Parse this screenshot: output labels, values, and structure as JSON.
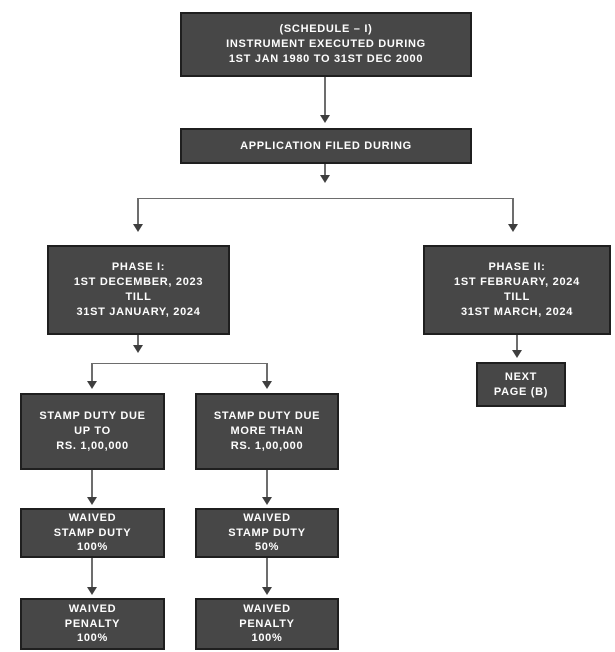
{
  "colors": {
    "background": "#ffffff",
    "box_fill": "#474747",
    "box_border": "#1f1f1f",
    "box_text": "#fdfdfd",
    "connector_line": "#6d6d6d",
    "arrowhead": "#3e3e3e"
  },
  "nodes": {
    "schedule": {
      "lines": [
        "(SCHEDULE – I)",
        "INSTRUMENT EXECUTED DURING",
        "1ST JAN 1980 TO 31ST DEC 2000"
      ]
    },
    "application": {
      "lines": [
        "APPLICATION FILED DURING"
      ]
    },
    "phase1": {
      "lines": [
        "PHASE I:",
        "1ST DECEMBER, 2023",
        "TILL",
        "31ST JANUARY, 2024"
      ]
    },
    "phase2": {
      "lines": [
        "PHASE II:",
        "1ST FEBRUARY, 2024",
        "TILL",
        "31ST MARCH, 2024"
      ]
    },
    "next_page": {
      "lines": [
        "NEXT",
        "PAGE (B)"
      ]
    },
    "duty_upto": {
      "lines": [
        "STAMP DUTY DUE",
        "UP TO",
        "RS. 1,00,000"
      ]
    },
    "duty_more": {
      "lines": [
        "STAMP DUTY DUE",
        "MORE THAN",
        "RS. 1,00,000"
      ]
    },
    "waived_duty_100": {
      "lines": [
        "WAIVED",
        "STAMP DUTY",
        "100%"
      ]
    },
    "waived_duty_50": {
      "lines": [
        "WAIVED",
        "STAMP DUTY",
        "50%"
      ]
    },
    "waived_penalty_left": {
      "lines": [
        "WAIVED",
        "PENALTY",
        "100%"
      ]
    },
    "waived_penalty_right": {
      "lines": [
        "WAIVED",
        "PENALTY",
        "100%"
      ]
    }
  }
}
